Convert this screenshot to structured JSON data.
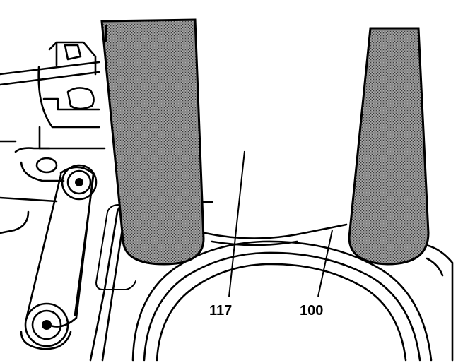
{
  "figure": {
    "callouts": [
      {
        "id": "c117",
        "label": "117"
      },
      {
        "id": "c100",
        "label": "100"
      }
    ],
    "colors": {
      "line": "#000000",
      "background": "#ffffff",
      "tool_shading": "#6e6e6e"
    }
  }
}
